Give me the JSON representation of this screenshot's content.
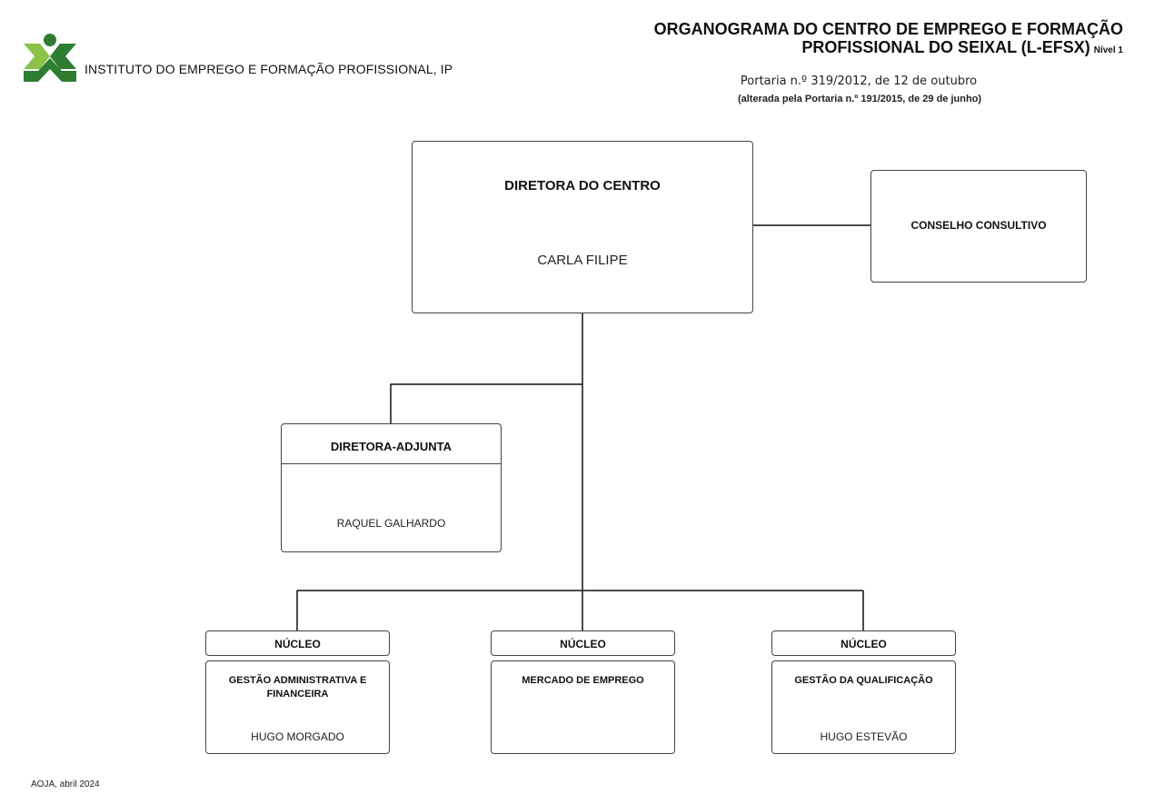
{
  "header": {
    "organization": "INSTITUTO DO EMPREGO E FORMAÇÃO PROFISSIONAL, IP",
    "title": "ORGANOGRAMA DO  CENTRO DE EMPREGO E FORMAÇÃO PROFISSIONAL DO SEIXAL (L-EFSX)",
    "level": "Nível 1",
    "portaria": "Portaria n.º 319/2012, de 12 de outubro",
    "portaria_note": "(alterada pela Portaria n.º 191/2015, de 29 de junho)",
    "logo_colors": {
      "dark": "#2e7d32",
      "light": "#8bc34a"
    }
  },
  "chart": {
    "director": {
      "title": "DIRETORA DO CENTRO",
      "name": "CARLA FILIPE"
    },
    "advisory": {
      "title": "CONSELHO CONSULTIVO"
    },
    "deputy": {
      "title": "DIRETORA-ADJUNTA",
      "name": "RAQUEL GALHARDO"
    },
    "nucleos": [
      {
        "header": "NÚCLEO",
        "title": "GESTÃO ADMINISTRATIVA E FINANCEIRA",
        "name": "HUGO MORGADO"
      },
      {
        "header": "NÚCLEO",
        "title": "MERCADO DE EMPREGO",
        "name": ""
      },
      {
        "header": "NÚCLEO",
        "title": "GESTÃO DA QUALIFICAÇÃO",
        "name": "HUGO ESTEVÃO"
      }
    ]
  },
  "footer": {
    "text": "AOJA, abril 2024"
  }
}
